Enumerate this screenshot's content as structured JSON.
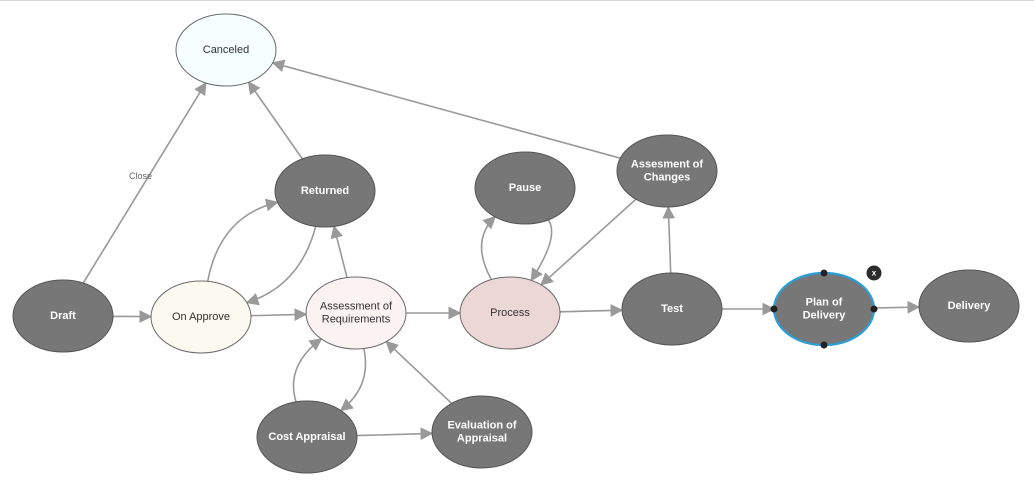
{
  "diagram": {
    "nodes": [
      {
        "id": "canceled",
        "label": [
          "Canceled"
        ],
        "style": "light",
        "fill": "#f4fffe"
      },
      {
        "id": "returned",
        "label": [
          "Returned"
        ],
        "style": "dark",
        "fill": "#777777"
      },
      {
        "id": "draft",
        "label": [
          "Draft"
        ],
        "style": "dark",
        "fill": "#777777"
      },
      {
        "id": "on_approve",
        "label": [
          "On Approve"
        ],
        "style": "light",
        "fill": "#fafaf0"
      },
      {
        "id": "assessment_req",
        "label": [
          "Assessment of",
          "Requirements"
        ],
        "style": "light",
        "fill": "#fbf2f2"
      },
      {
        "id": "cost_appraisal",
        "label": [
          "Cost Appraisal"
        ],
        "style": "dark",
        "fill": "#777777"
      },
      {
        "id": "eval_appraisal",
        "label": [
          "Evaluation of",
          "Appraisal"
        ],
        "style": "dark",
        "fill": "#777777"
      },
      {
        "id": "pause",
        "label": [
          "Pause"
        ],
        "style": "dark",
        "fill": "#777777"
      },
      {
        "id": "process",
        "label": [
          "Process"
        ],
        "style": "light",
        "fill": "#ecd7d7"
      },
      {
        "id": "assessment_changes",
        "label": [
          "Assesment of",
          "Changes"
        ],
        "style": "dark",
        "fill": "#777777"
      },
      {
        "id": "test",
        "label": [
          "Test"
        ],
        "style": "dark",
        "fill": "#777777"
      },
      {
        "id": "plan_delivery",
        "label": [
          "Plan of",
          "Delivery"
        ],
        "style": "dark",
        "fill": "#777777",
        "selected": true
      },
      {
        "id": "delivery",
        "label": [
          "Delivery"
        ],
        "style": "dark",
        "fill": "#777777"
      }
    ],
    "edges": [
      {
        "from": "draft",
        "to": "canceled",
        "label": "Close"
      },
      {
        "from": "returned",
        "to": "canceled"
      },
      {
        "from": "assessment_changes",
        "to": "canceled"
      },
      {
        "from": "draft",
        "to": "on_approve"
      },
      {
        "from": "on_approve",
        "to": "returned"
      },
      {
        "from": "returned",
        "to": "on_approve"
      },
      {
        "from": "on_approve",
        "to": "assessment_req"
      },
      {
        "from": "assessment_req",
        "to": "returned"
      },
      {
        "from": "assessment_req",
        "to": "cost_appraisal"
      },
      {
        "from": "cost_appraisal",
        "to": "assessment_req"
      },
      {
        "from": "cost_appraisal",
        "to": "eval_appraisal"
      },
      {
        "from": "eval_appraisal",
        "to": "assessment_req"
      },
      {
        "from": "assessment_req",
        "to": "process"
      },
      {
        "from": "process",
        "to": "pause"
      },
      {
        "from": "pause",
        "to": "process"
      },
      {
        "from": "assessment_changes",
        "to": "process"
      },
      {
        "from": "process",
        "to": "test"
      },
      {
        "from": "test",
        "to": "assessment_changes"
      },
      {
        "from": "test",
        "to": "plan_delivery"
      },
      {
        "from": "plan_delivery",
        "to": "delivery"
      }
    ],
    "selection": {
      "delete_label": "x",
      "accent": "#2a9fd8"
    },
    "colors": {
      "edge": "#999999",
      "node_stroke": "#555555",
      "light_stroke": "#6b6b6b"
    }
  }
}
